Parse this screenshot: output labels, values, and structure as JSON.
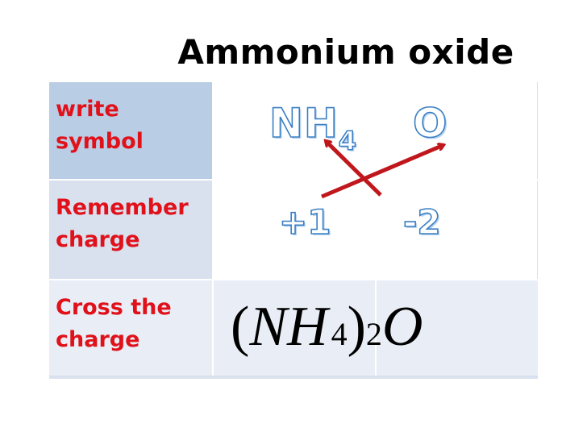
{
  "title": "Ammonium oxide",
  "rows": [
    {
      "label_line1": "write",
      "label_line2": "symbol"
    },
    {
      "label_line1": "Remember",
      "label_line2": "charge"
    },
    {
      "label_line1": "Cross the",
      "label_line2": "charge"
    }
  ],
  "symbols": {
    "cation": "NH",
    "cation_subscript": "4",
    "anion": "O"
  },
  "charges": {
    "cation": "+1",
    "anion": "-2"
  },
  "formula": {
    "open_paren": "(",
    "group": "NH",
    "group_subscript": "4",
    "close_paren": ")",
    "group_count": "2",
    "anion": "O"
  },
  "colors": {
    "label_text": "#e0111a",
    "arrow": "#c0171c",
    "wordart_outline": "#3a7fc4",
    "row1_bg": "#b9cde5",
    "row2_bg": "#d9e1ee",
    "row3_bg": "#e9eef6"
  }
}
